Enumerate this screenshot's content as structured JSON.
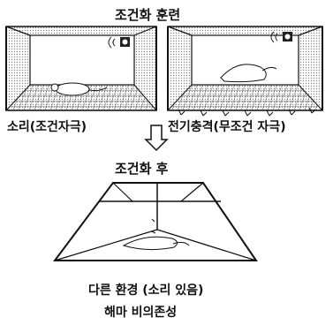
{
  "labels": {
    "top_title": "조건화 훈련",
    "left_stimulus": "소리(조건자극)",
    "right_stimulus": "전기충격(무조건 자극)",
    "after_title": "조건화 후",
    "context_line": "다른 환경 (소리 있음)",
    "conclusion_line": "해마 비의존성"
  }
}
